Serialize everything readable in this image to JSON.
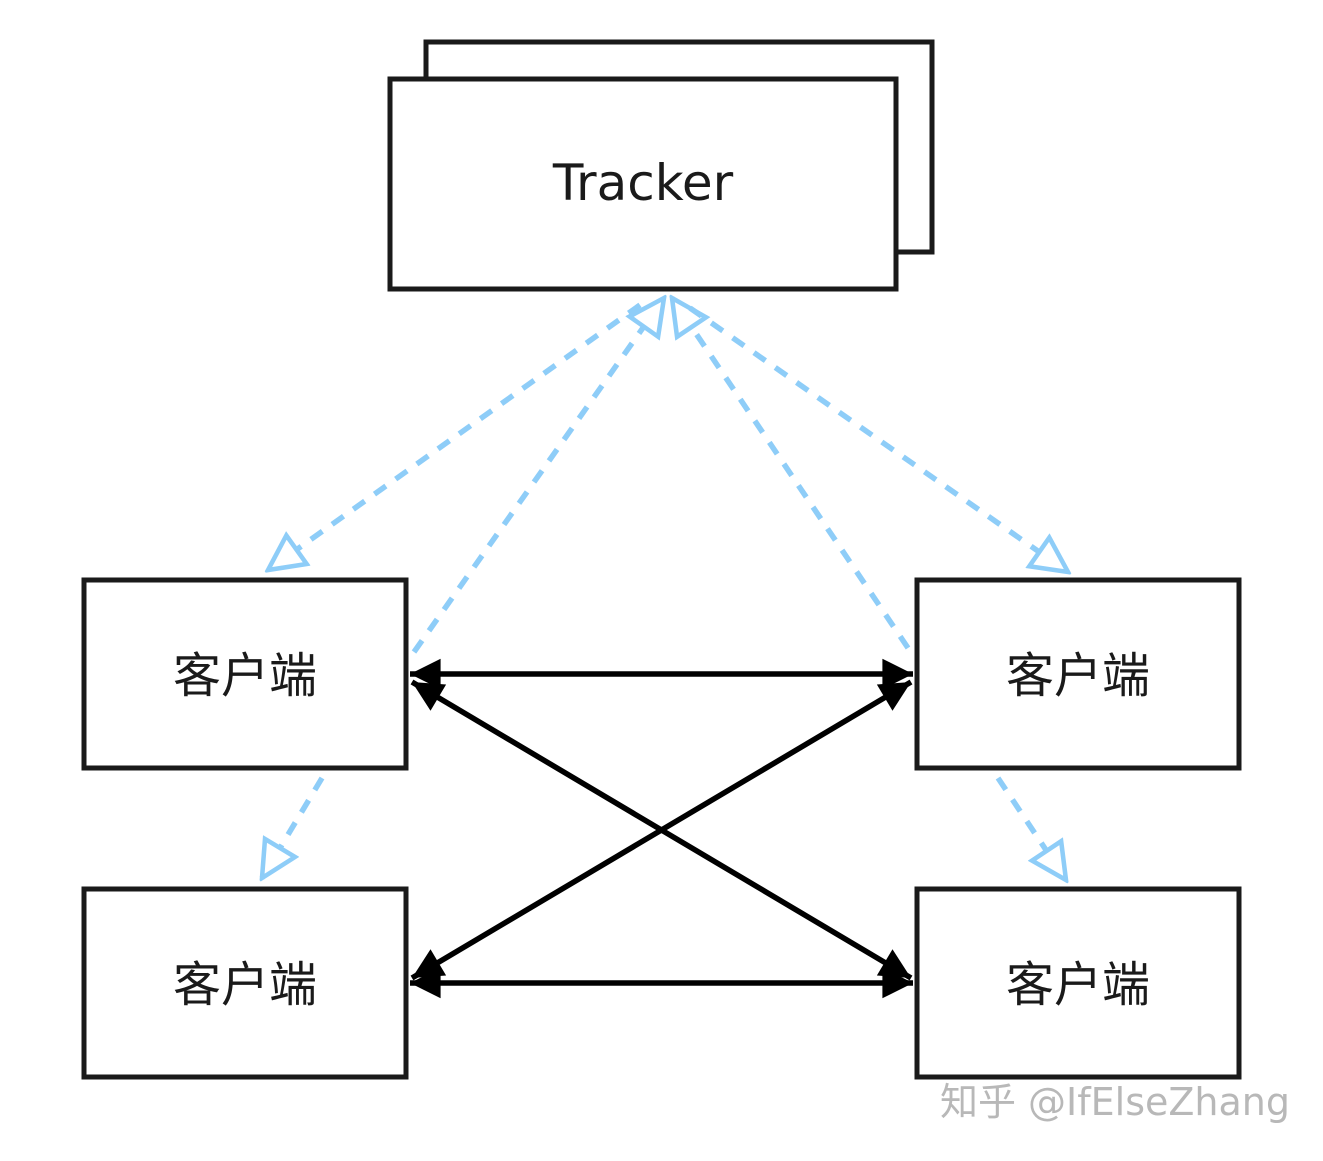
{
  "tracker": {
    "label": "Tracker"
  },
  "clients": [
    {
      "id": "top-left",
      "label": "客户端"
    },
    {
      "id": "top-right",
      "label": "客户端"
    },
    {
      "id": "bottom-left",
      "label": "客户端"
    },
    {
      "id": "bottom-right",
      "label": "客户端"
    }
  ],
  "watermark": {
    "text": "知乎 @IfElseZhang"
  },
  "colors": {
    "box_stroke": "#1a1a1a",
    "dashed_arrow": "#8ecdf8",
    "solid_arrow": "#000000",
    "text": "#1a1a1a",
    "watermark": "#b8b8b8"
  }
}
